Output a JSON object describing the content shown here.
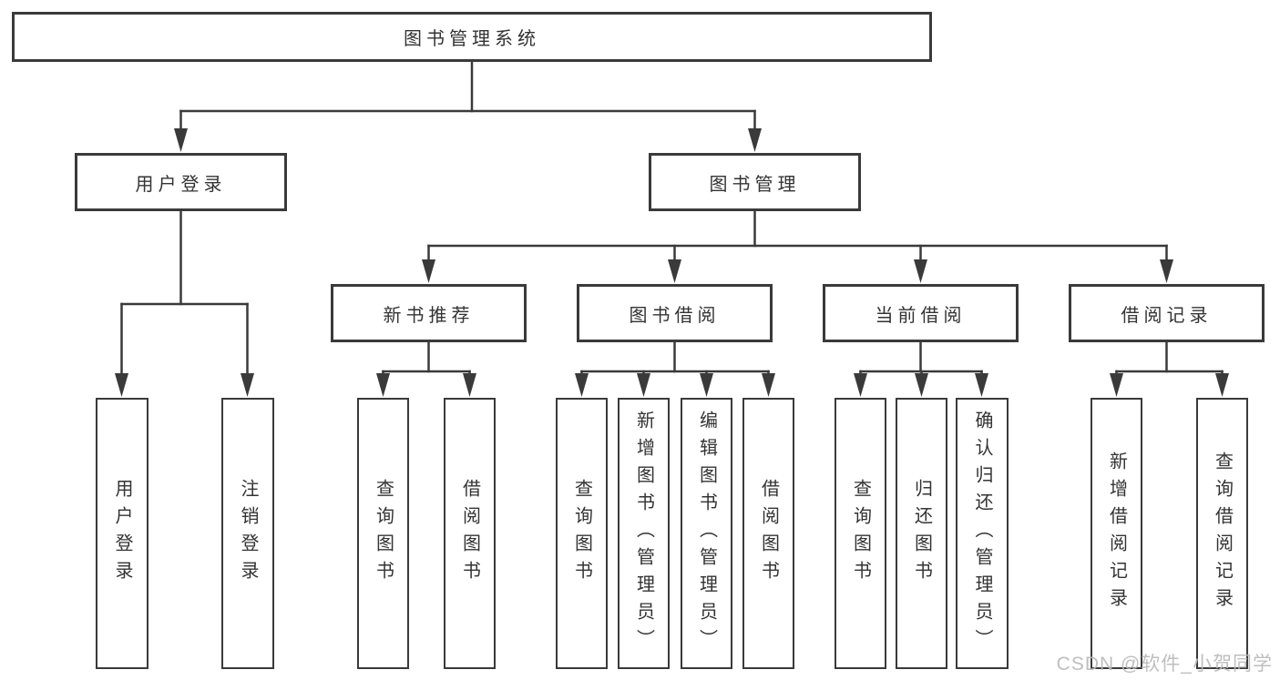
{
  "diagram": {
    "root": {
      "label": "图书管理系统"
    },
    "level2": [
      {
        "label": "用户登录"
      },
      {
        "label": "图书管理"
      }
    ],
    "user_login_children": [
      {
        "label": "用户登录"
      },
      {
        "label": "注销登录"
      }
    ],
    "level3": [
      {
        "label": "新书推荐"
      },
      {
        "label": "图书借阅"
      },
      {
        "label": "当前借阅"
      },
      {
        "label": "借阅记录"
      }
    ],
    "new_book_children": [
      {
        "label": "查询图书"
      },
      {
        "label": "借阅图书"
      }
    ],
    "borrow_children": [
      {
        "label": "查询图书"
      },
      {
        "label": "新增图书（管理员）"
      },
      {
        "label": "编辑图书（管理员）"
      },
      {
        "label": "借阅图书"
      }
    ],
    "current_children": [
      {
        "label": "查询图书"
      },
      {
        "label": "归还图书"
      },
      {
        "label": "确认归还（管理员）"
      }
    ],
    "record_children": [
      {
        "label": "新增借阅记录"
      },
      {
        "label": "查询借阅记录"
      }
    ]
  },
  "watermark": {
    "text": "CSDN @软件_小贺同学"
  },
  "colors": {
    "line": "#3a3a3a",
    "box_border": "#3a3a3a",
    "text": "#333333",
    "background": "#ffffff",
    "watermark": "#b9b9b9"
  }
}
